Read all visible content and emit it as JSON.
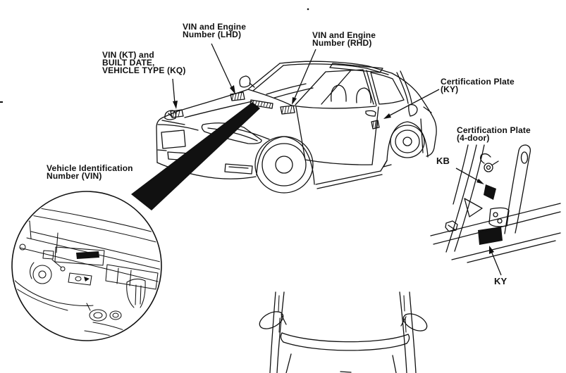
{
  "colors": {
    "background": "#ffffff",
    "ink": "#111111"
  },
  "figure": {
    "callouts": {
      "vin_engine_lhd": {
        "line1": "VIN and Engine",
        "line2": "Number (LHD)"
      },
      "vin_engine_rhd": {
        "line1": "VIN and Engine",
        "line2": "Number (RHD)"
      },
      "vin_kt_built_date": {
        "line1": "VIN (KT) and",
        "line2": "BUILT DATE,",
        "line3": "VEHICLE TYPE (KQ)"
      },
      "certification_plate_ky": {
        "line1": "Certification Plate",
        "line2": "(KY)"
      },
      "certification_plate_4door": {
        "line1": "Certification Plate",
        "line2": "(4-door)"
      },
      "kb": {
        "label": "KB"
      },
      "ky": {
        "label": "KY"
      },
      "vehicle_identification_number": {
        "line1": "Vehicle Identification",
        "line2": "Number (VIN)"
      }
    }
  }
}
